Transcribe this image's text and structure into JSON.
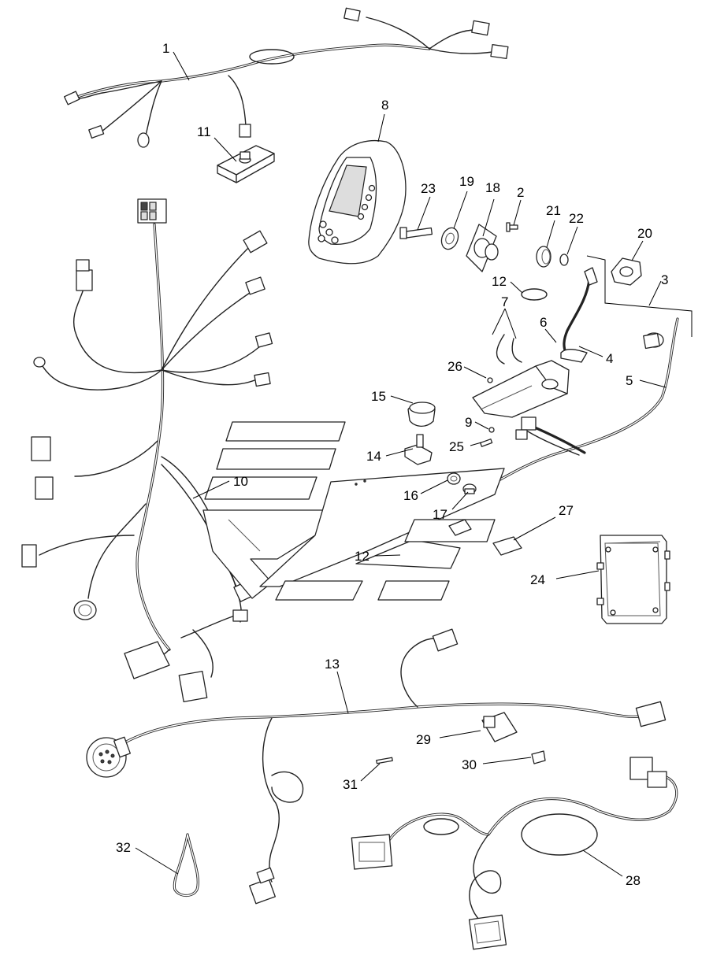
{
  "diagram": {
    "callouts": [
      "1",
      "2",
      "3",
      "4",
      "5",
      "6",
      "7",
      "8",
      "9",
      "10",
      "11",
      "12",
      "12",
      "13",
      "14",
      "15",
      "16",
      "17",
      "18",
      "19",
      "20",
      "21",
      "22",
      "23",
      "24",
      "25",
      "26",
      "27",
      "28",
      "29",
      "30",
      "31",
      "32"
    ]
  }
}
